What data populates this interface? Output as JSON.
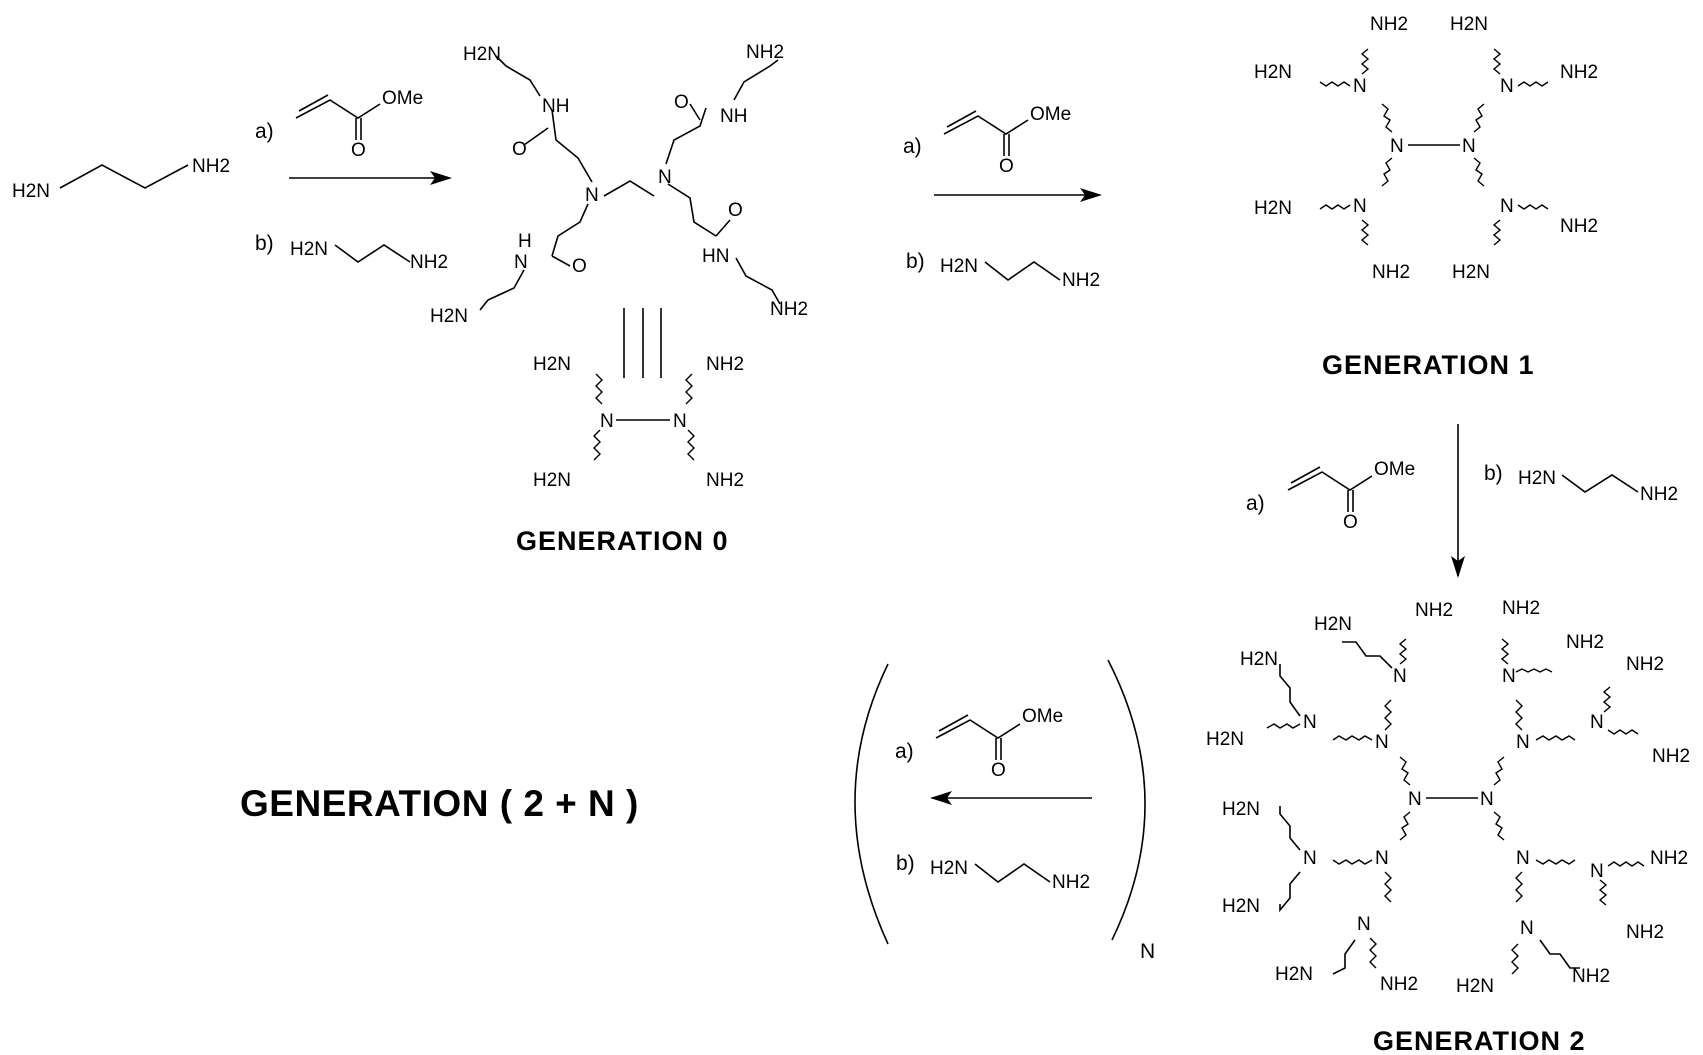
{
  "reagents": {
    "a_label": "a)",
    "b_label": "b)",
    "ome": "OMe",
    "o": "O",
    "b_left": "H2N",
    "b_right": "NH2"
  },
  "atoms": {
    "n": "N",
    "nh2": "NH2",
    "h2n": "H2N",
    "nh": "NH",
    "hn": "HN",
    "h": "H",
    "o": "O"
  },
  "generations": {
    "gen0": "GENERATION  0",
    "gen1": "GENERATION  1",
    "gen2": "GENERATION 2",
    "genN": "GENERATION ( 2 + N )"
  },
  "bracket_subscript": "N"
}
